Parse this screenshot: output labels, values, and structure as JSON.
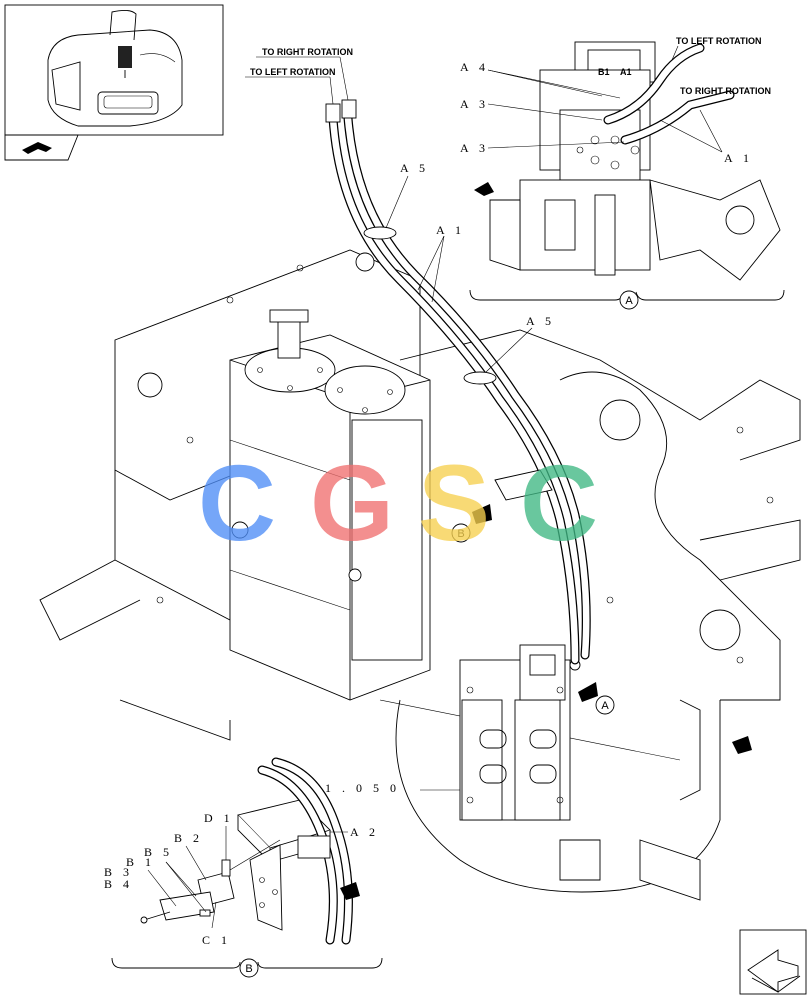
{
  "labels": {
    "to_right_rotation": "TO RIGHT ROTATION",
    "to_left_rotation": "TO LEFT ROTATION",
    "a1": "A 1",
    "a2": "A 2",
    "a3": "A 3",
    "a4": "A 4",
    "a5": "A 5",
    "b1": "B 1",
    "b2": "B 2",
    "b3": "B 3",
    "b4": "B 4",
    "b5": "B 5",
    "c1": "C 1",
    "d1": "D 1",
    "ref_1050": "1 . 0 5 0",
    "port_b1": "B1",
    "port_a1": "A1"
  },
  "views": {
    "a": "A",
    "b": "B"
  },
  "watermark": {
    "letters": [
      "C",
      "G",
      "S",
      "C"
    ],
    "colors": [
      "#4f8ef7",
      "#f07070",
      "#f7d04f",
      "#3fb884"
    ]
  }
}
